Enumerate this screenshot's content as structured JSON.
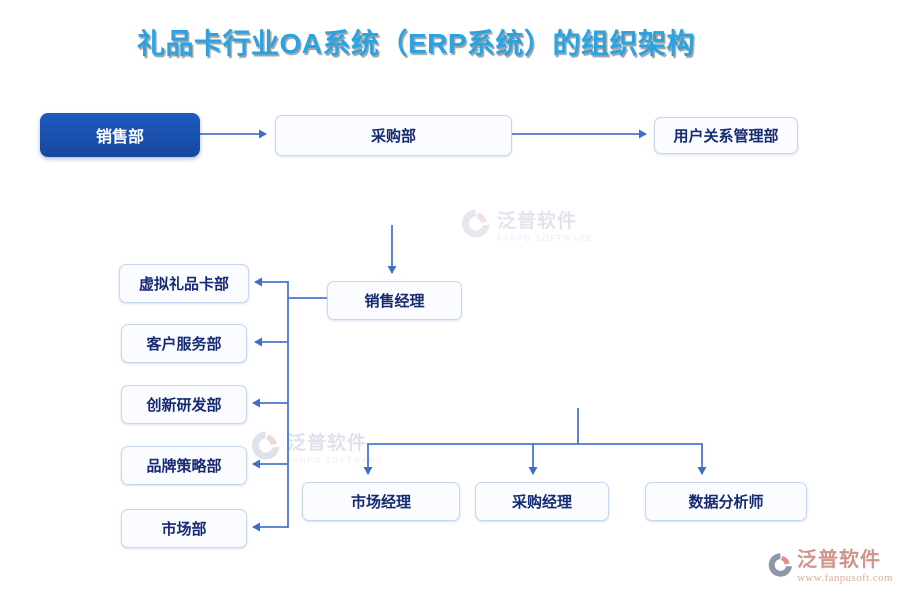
{
  "title": "礼品卡行业OA系统（ERP系统）的组织架构",
  "nodes": {
    "sales_dept": {
      "label": "销售部"
    },
    "purchasing_dept": {
      "label": "采购部"
    },
    "user_relationship_dept": {
      "label": "用户关系管理部"
    },
    "sales_manager": {
      "label": "销售经理"
    },
    "virtual_gift_card_dept": {
      "label": "虚拟礼品卡部"
    },
    "customer_service_dept": {
      "label": "客户服务部"
    },
    "innovation_rd_dept": {
      "label": "创新研发部"
    },
    "brand_strategy_dept": {
      "label": "品牌策略部"
    },
    "marketing_dept": {
      "label": "市场部"
    },
    "marketing_manager": {
      "label": "市场经理"
    },
    "purchasing_manager": {
      "label": "采购经理"
    },
    "data_analyst": {
      "label": "数据分析师"
    }
  },
  "watermark": {
    "brand": "泛普软件",
    "brand_en": "FANPU SOFTWARE"
  },
  "footer": {
    "brand": "泛普软件",
    "url": "www.fanpusoft.com"
  },
  "colors": {
    "title_blue": "#2aa3e2",
    "primary_node_fill": "#1a52b8",
    "node_border": "#c7d6ef",
    "node_text": "#152a72",
    "connector": "#4a77cd",
    "brand_salmon": "#d0948b"
  }
}
